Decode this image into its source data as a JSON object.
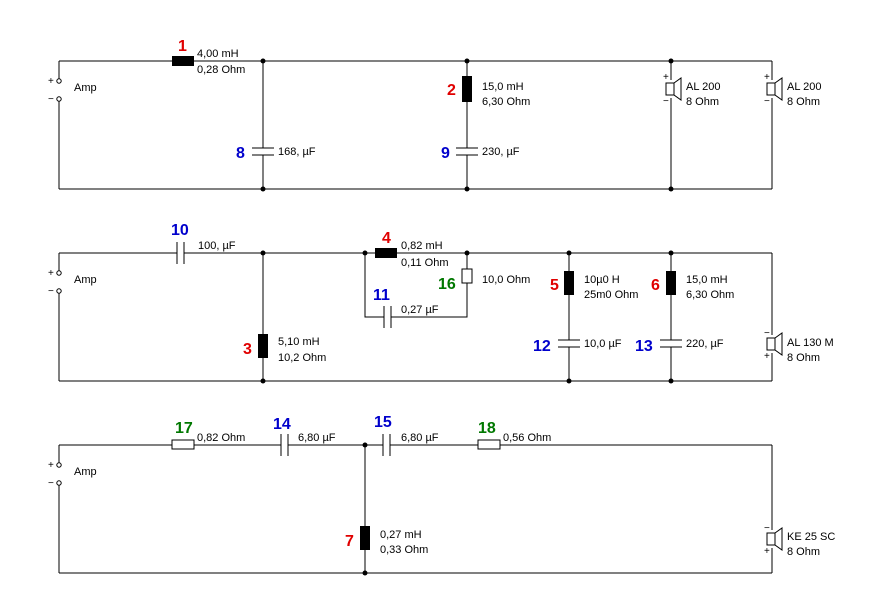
{
  "colors": {
    "red": "#e00000",
    "blue": "#0000cc",
    "green": "#007800"
  },
  "polarity": {
    "plus": "+",
    "minus": "−"
  },
  "circuit1": {
    "amp": "Amp",
    "n1": "1",
    "l1_val": "4,00 mH",
    "l1_res": "0,28 Ohm",
    "n2": "2",
    "l2_val": "15,0 mH",
    "l2_res": "6,30 Ohm",
    "n8": "8",
    "c8_val": "168, µF",
    "n9": "9",
    "c9_val": "230, µF",
    "spk1_name": "AL 200",
    "spk1_imp": "8 Ohm",
    "spk2_name": "AL 200",
    "spk2_imp": "8 Ohm"
  },
  "circuit2": {
    "amp": "Amp",
    "n10": "10",
    "c10_val": "100, µF",
    "n3": "3",
    "l3_val": "5,10 mH",
    "l3_res": "10,2 Ohm",
    "n4": "4",
    "l4_val": "0,82 mH",
    "l4_res": "0,11 Ohm",
    "n11": "11",
    "c11_val": "0,27 µF",
    "n16": "16",
    "r16_val": "10,0 Ohm",
    "n5": "5",
    "l5_val": "10µ0 H",
    "l5_res": "25m0 Ohm",
    "n12": "12",
    "c12_val": "10,0 µF",
    "n6": "6",
    "l6_val": "15,0 mH",
    "l6_res": "6,30 Ohm",
    "n13": "13",
    "c13_val": "220, µF",
    "spk_name": "AL 130 M",
    "spk_imp": "8 Ohm"
  },
  "circuit3": {
    "amp": "Amp",
    "n17": "17",
    "r17_val": "0,82 Ohm",
    "n14": "14",
    "c14_val": "6,80 µF",
    "n15": "15",
    "c15_val": "6,80 µF",
    "n18": "18",
    "r18_val": "0,56 Ohm",
    "n7": "7",
    "l7_val": "0,27 mH",
    "l7_res": "0,33 Ohm",
    "spk_name": "KE 25 SC",
    "spk_imp": "8 Ohm"
  }
}
